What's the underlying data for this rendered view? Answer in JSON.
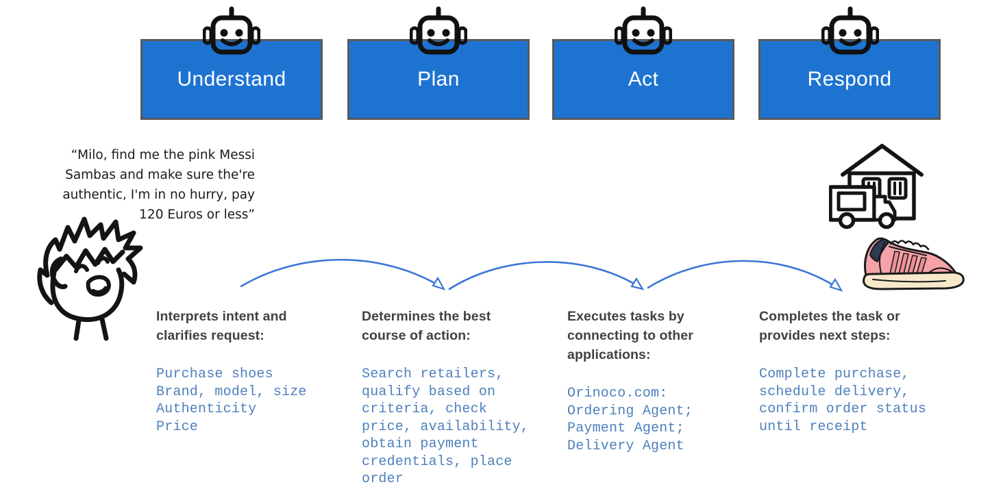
{
  "stages": [
    {
      "label": "Understand",
      "heading": "Interprets intent and\nclarifies request:",
      "details": "Purchase shoes\nBrand, model, size\nAuthenticity\nPrice"
    },
    {
      "label": "Plan",
      "heading": "Determines the best\ncourse of action:",
      "details": "Search retailers,\nqualify based on\ncriteria, check\nprice, availability,\nobtain payment\ncredentials, place\norder"
    },
    {
      "label": "Act",
      "heading": "Executes tasks by\nconnecting to other\napplications:",
      "details": "Orinoco.com:\nOrdering Agent;\nPayment Agent;\nDelivery Agent"
    },
    {
      "label": "Respond",
      "heading": "Completes the task or\nprovides next steps:",
      "details": "Complete purchase,\nschedule delivery,\nconfirm order status\nuntil receipt"
    }
  ],
  "quote": {
    "text": "“Milo, find me the pink Messi\nSambas and make sure the're\nauthentic, I'm in no hurry, pay\n120 Euros or less”"
  },
  "icons": {
    "robot": "robot-icon",
    "person": "laughing-person-sketch",
    "delivery": "house-and-delivery-truck-icon",
    "sneaker": "pink-samba-sneaker-illustration",
    "arrows": "curved-flow-arrows"
  },
  "colors": {
    "stage_fill": "#1E73D1",
    "stage_border": "#595959",
    "stage_text": "#FFFFFF",
    "arrow": "#3B76D6",
    "heading_text": "#3F4244",
    "detail_text": "#4E80BC",
    "sneaker_pink": "#F5A3A8",
    "sneaker_stripe": "#EE8E96",
    "sneaker_sole": "#F7E8CB",
    "sneaker_heel": "#2E3A50"
  }
}
